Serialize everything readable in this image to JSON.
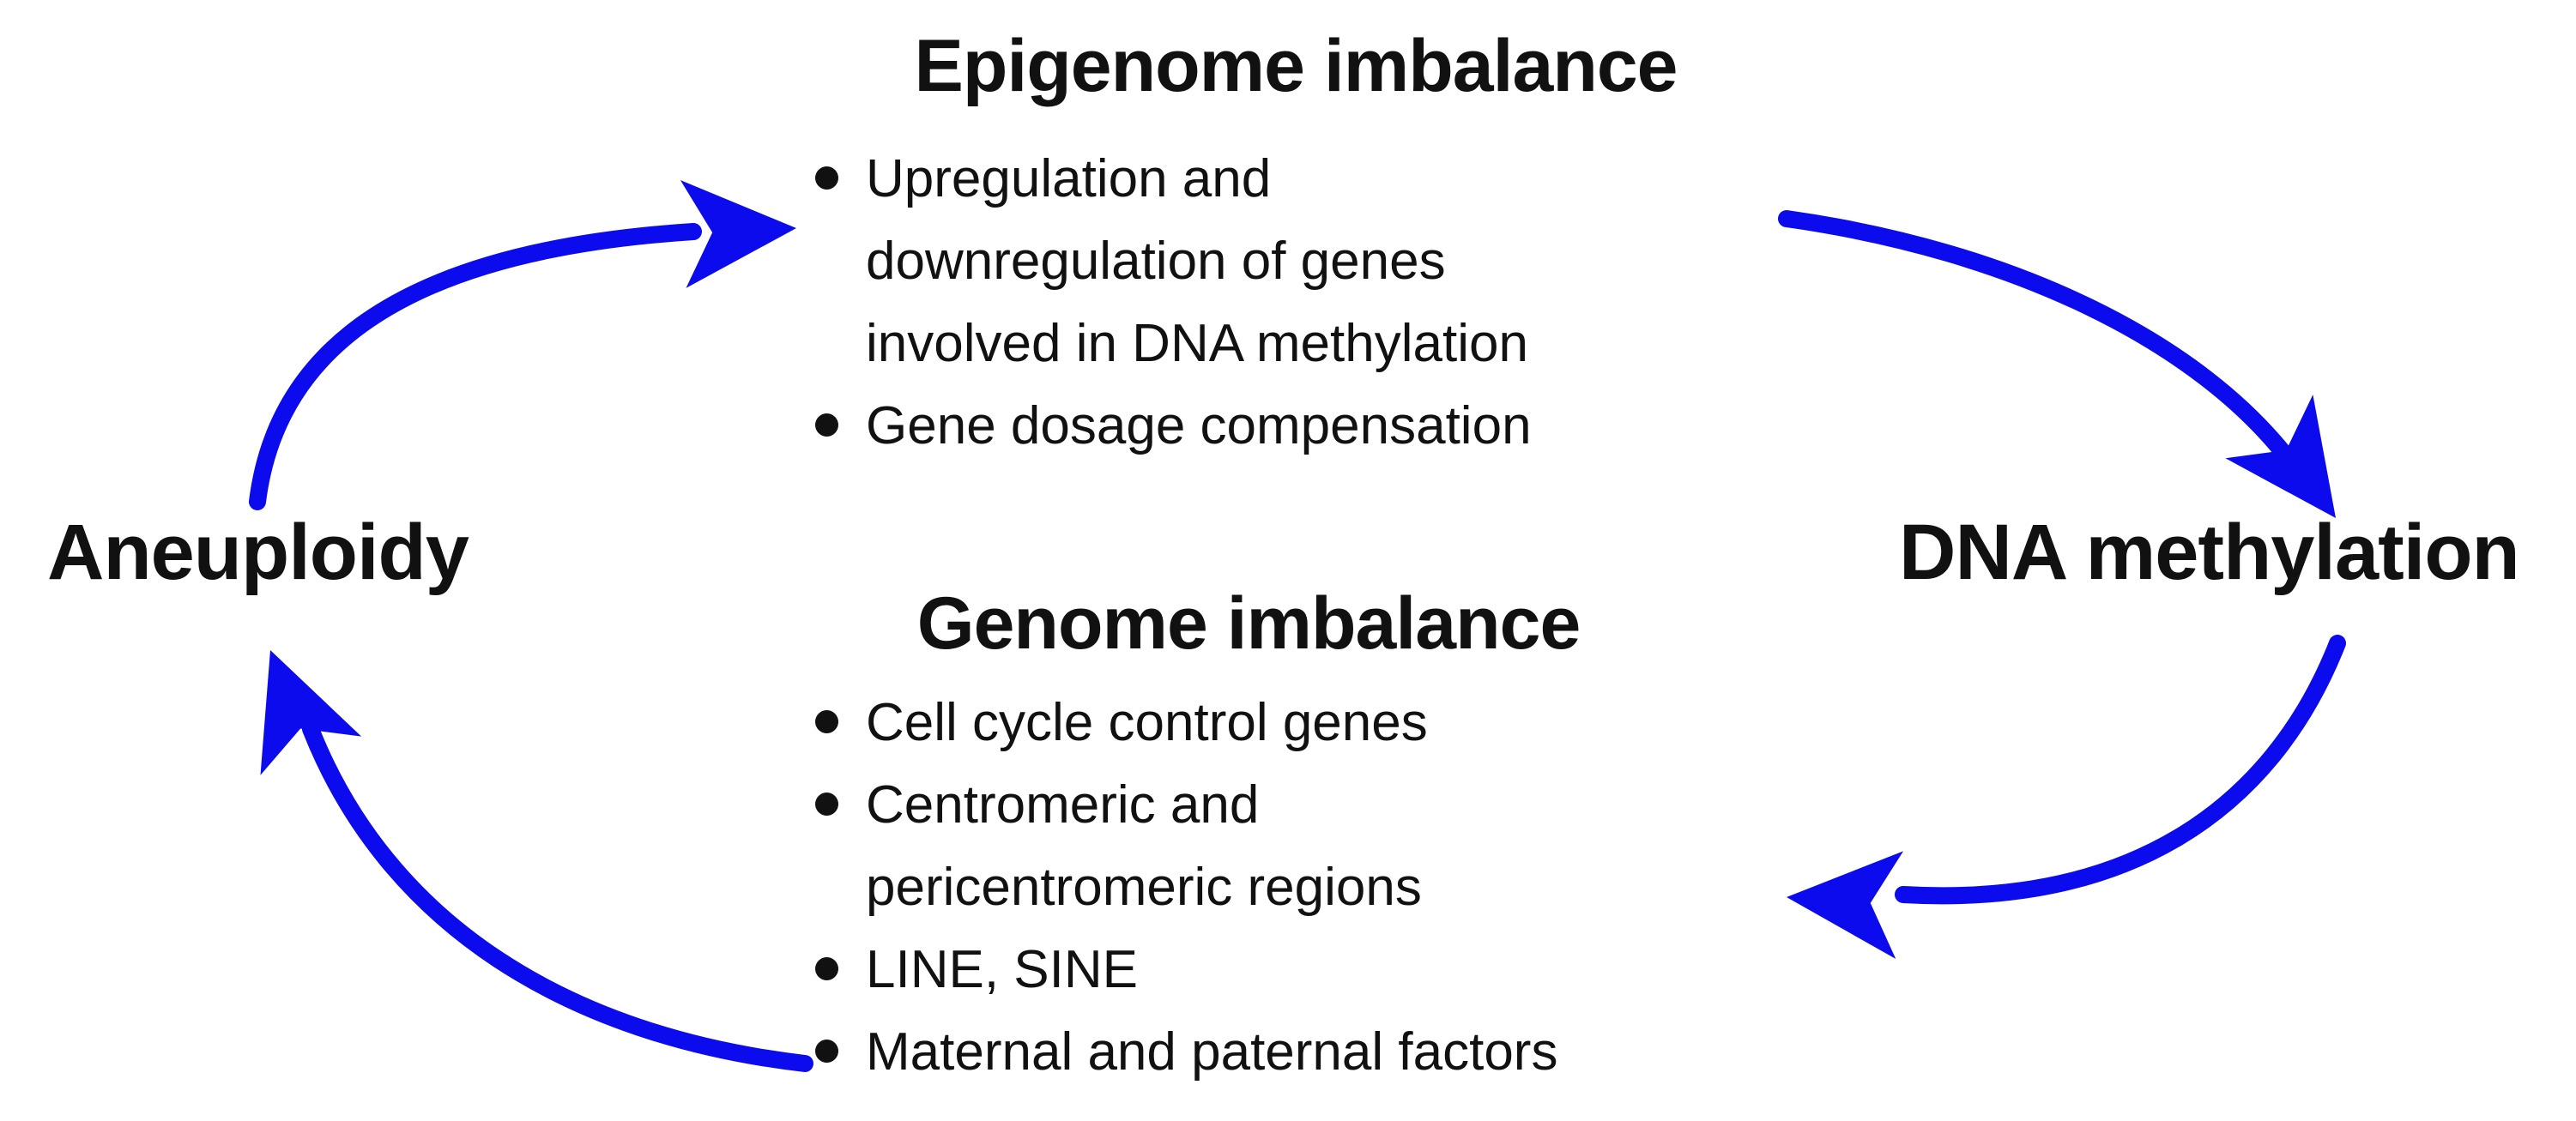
{
  "colors": {
    "arrow": "#0b0bee",
    "text": "#111111"
  },
  "nodes": {
    "left": {
      "label": "Aneuploidy"
    },
    "right": {
      "label": "DNA methylation"
    }
  },
  "panels": {
    "top": {
      "heading": "Epigenome imbalance",
      "lines": [
        {
          "bullet": true,
          "text": "Upregulation and"
        },
        {
          "bullet": false,
          "text": "downregulation of genes"
        },
        {
          "bullet": false,
          "text": "involved in DNA methylation"
        },
        {
          "bullet": true,
          "text": "Gene dosage compensation"
        }
      ]
    },
    "bottom": {
      "heading": "Genome imbalance",
      "lines": [
        {
          "bullet": true,
          "text": "Cell cycle control genes"
        },
        {
          "bullet": true,
          "text": "Centromeric and"
        },
        {
          "bullet": false,
          "text": "pericentromeric regions"
        },
        {
          "bullet": true,
          "text": "LINE, SINE"
        },
        {
          "bullet": true,
          "text": "Maternal and paternal factors"
        }
      ]
    }
  }
}
